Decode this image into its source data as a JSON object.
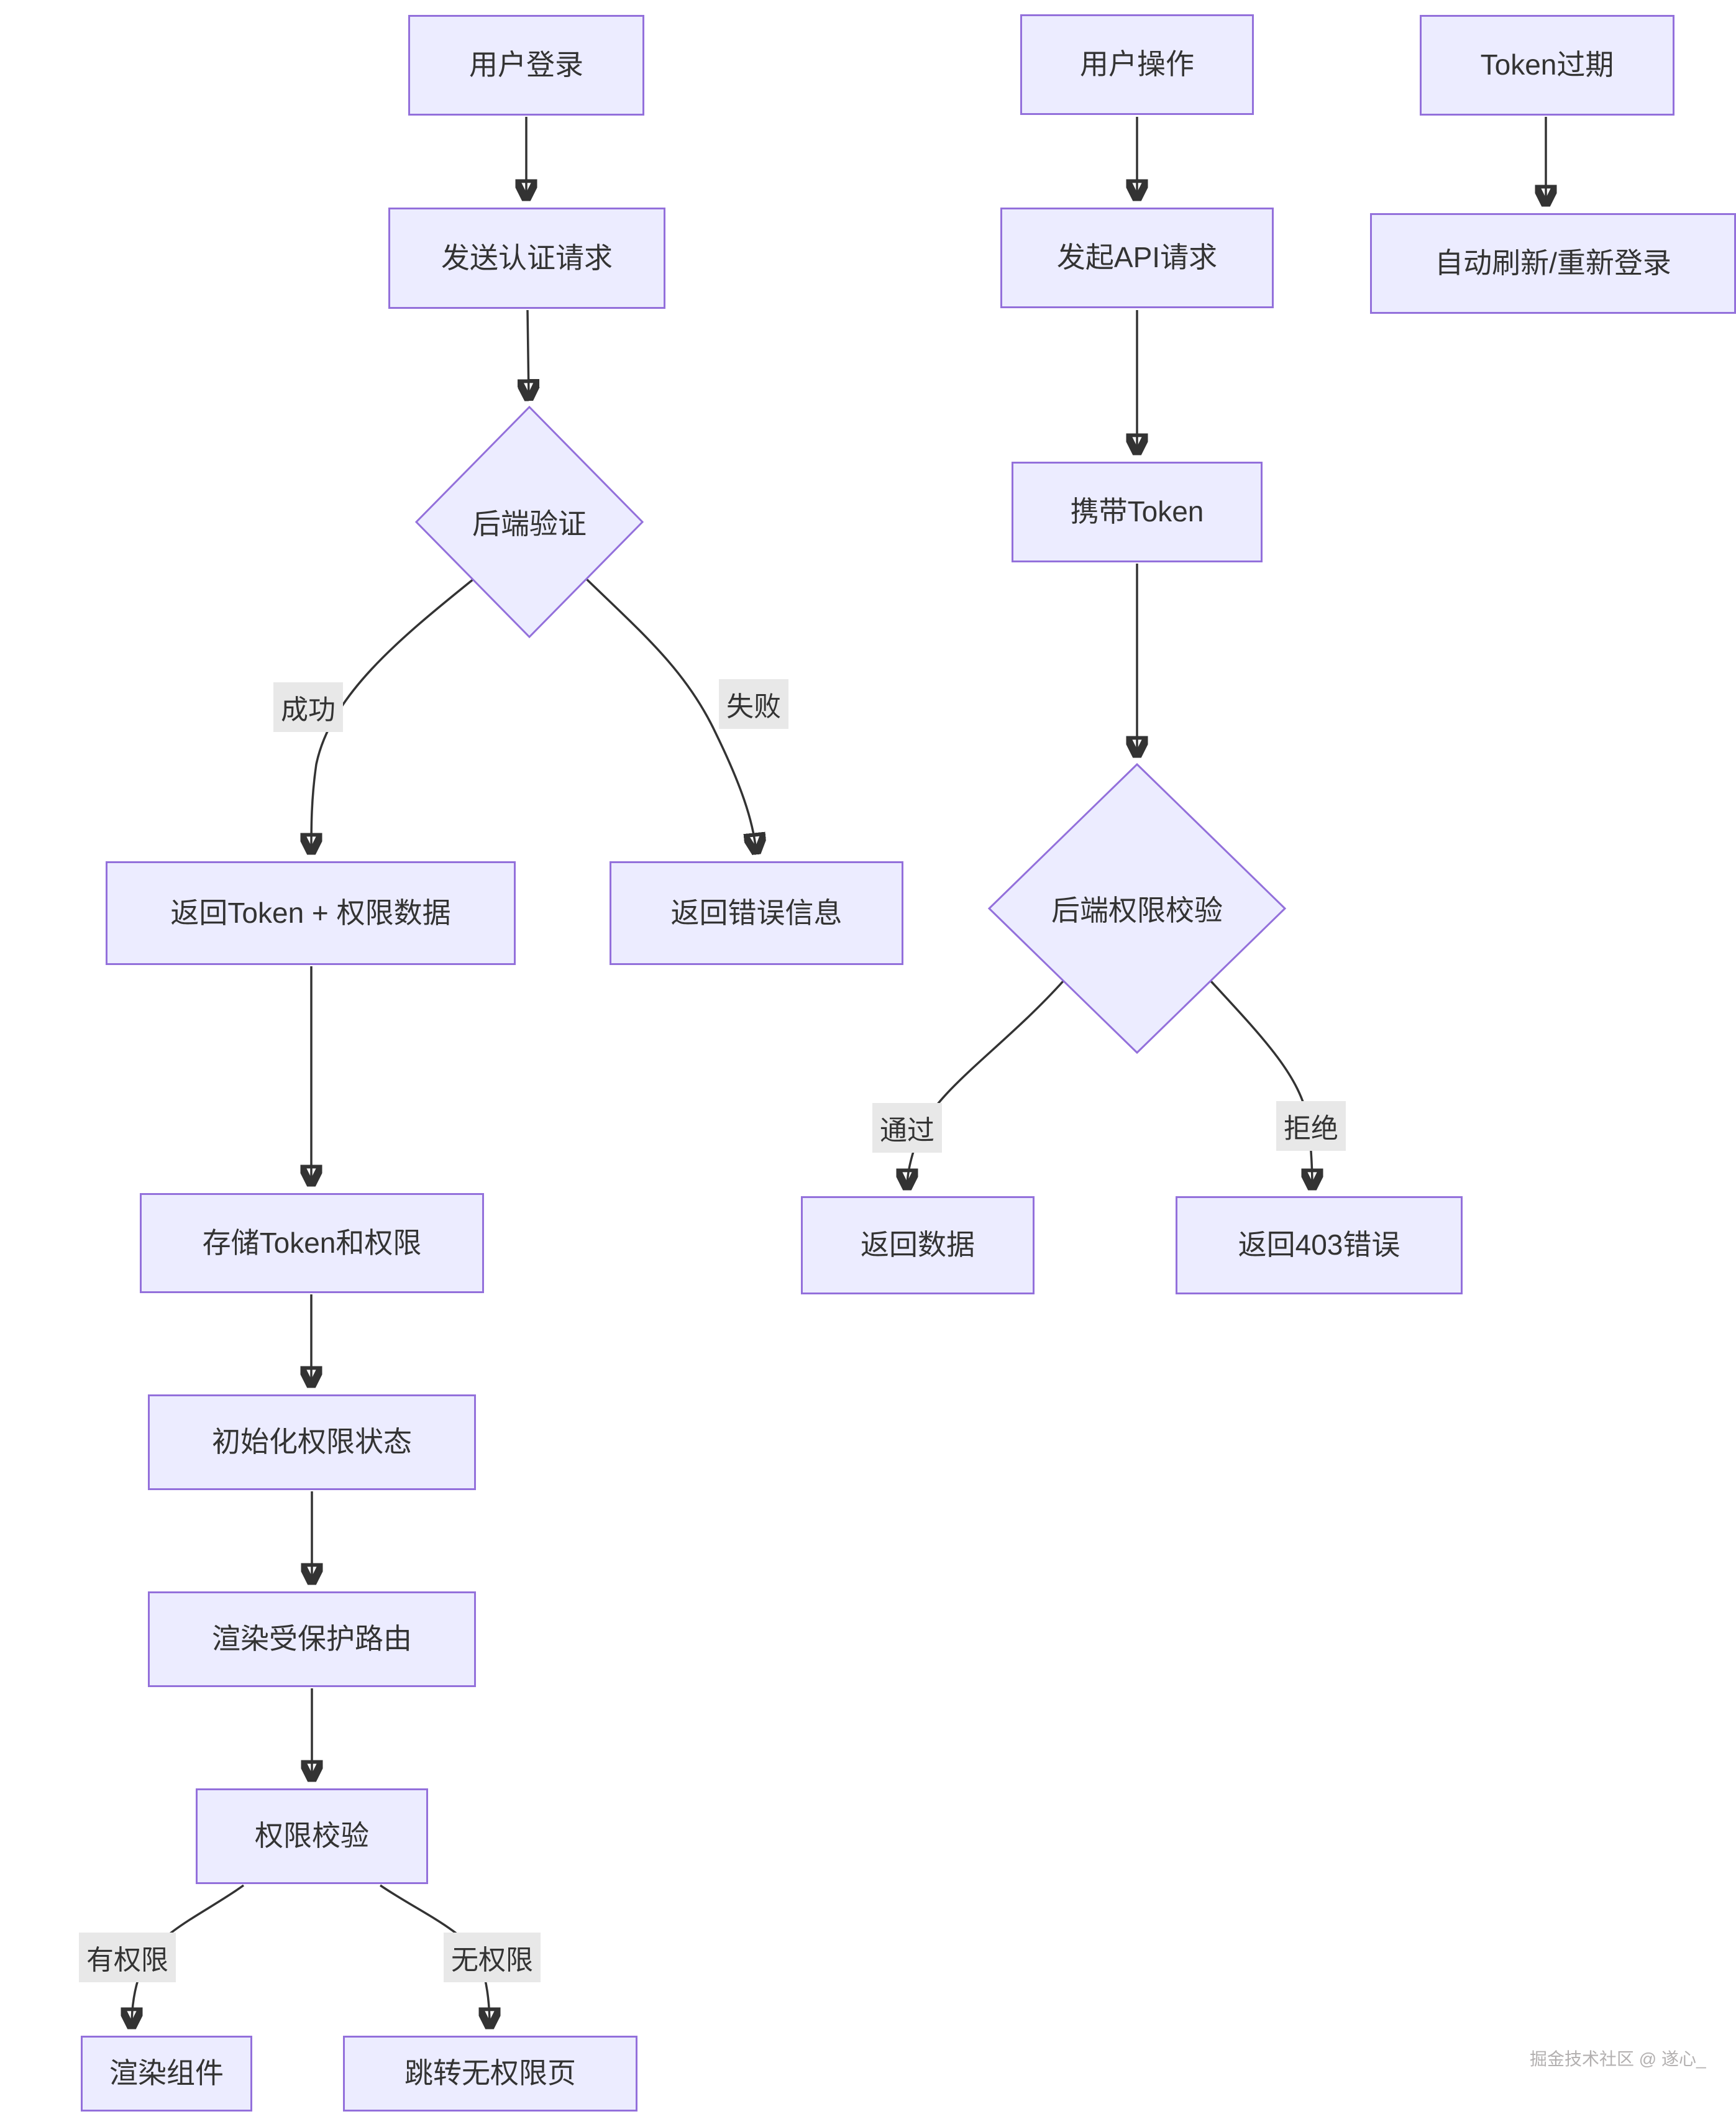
{
  "diagram": {
    "nodes": {
      "login": "用户登录",
      "send_auth": "发送认证请求",
      "backend_verify": "后端验证",
      "return_token": "返回Token + 权限数据",
      "return_error": "返回错误信息",
      "store_token": "存储Token和权限",
      "init_perm": "初始化权限状态",
      "render_protected": "渲染受保护路由",
      "perm_check": "权限校验",
      "render_component": "渲染组件",
      "redirect_no_perm": "跳转无权限页",
      "user_action": "用户操作",
      "api_request": "发起API请求",
      "carry_token": "携带Token",
      "backend_perm_check": "后端权限校验",
      "return_data": "返回数据",
      "return_403": "返回403错误",
      "token_expired": "Token过期",
      "auto_refresh": "自动刷新/重新登录"
    },
    "edge_labels": {
      "success": "成功",
      "fail": "失败",
      "has_perm": "有权限",
      "no_perm": "无权限",
      "pass": "通过",
      "reject": "拒绝"
    },
    "colors": {
      "node_fill": "#ECECFF",
      "node_border": "#9370DB",
      "edge_stroke": "#333333",
      "text": "#333333",
      "edge_label_bg": "#E8E8E8",
      "watermark_text": "#B3B0B0"
    },
    "watermark": "掘金技术社区 @ 遂心_"
  }
}
